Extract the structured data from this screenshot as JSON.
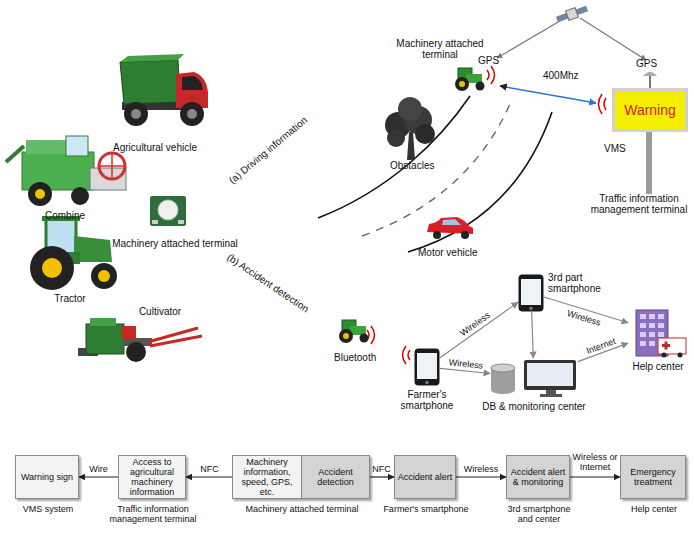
{
  "diagram": {
    "nodes": [
      {
        "text": [
          "Warning"
        ]
      },
      {
        "text": [
          "3rd part smartphone"
        ]
      },
      {
        "text": [
          "Farmer's smartphone"
        ]
      },
      {
        "text": [
          "Help center"
        ]
      },
      {
        "text": [
          "DB & monitoring center"
        ]
      },
      {
        "text": [
          "Warning sign",
          "VMS system"
        ]
      },
      {
        "text": [
          "Access to agricultural machinery information",
          "Traffic information management terminal"
        ]
      },
      {
        "text": [
          "Machinery attached terminal"
        ]
      },
      {
        "text": [
          "Machinery information, speed, GPS, etc."
        ],
        "in": 7
      },
      {
        "text": [
          "Accident detection"
        ],
        "in": 7
      },
      {
        "text": [
          "Accident alert",
          "Farmer's smartphone"
        ]
      },
      {
        "text": [
          "Accident alert & monitoring",
          "3rd smartphone and center"
        ]
      },
      {
        "text": [
          "Emergency treatment",
          "Help center"
        ]
      }
    ],
    "edges": [
      {
        "from": 2,
        "to": 1,
        "label": "Wireless",
        "arrow": "to"
      },
      {
        "from": 2,
        "to": 4,
        "label": "Wireless",
        "arrow": "to"
      },
      {
        "from": 1,
        "to": 3,
        "label": "Wireless",
        "arrow": "to"
      },
      {
        "from": 1,
        "to": 4,
        "arrow": "to"
      },
      {
        "from": 4,
        "to": 3,
        "label": "Internet",
        "arrow": "to"
      },
      {
        "from": 6,
        "to": 5,
        "label": "Wire",
        "arrow": "to"
      },
      {
        "from": 8,
        "to": 6,
        "label": "NFC",
        "arrow": "to"
      },
      {
        "from": 9,
        "to": 10,
        "label": "NFC",
        "arrow": "to"
      },
      {
        "from": 10,
        "to": 11,
        "label": "Wireless",
        "arrow": "to"
      },
      {
        "from": 11,
        "to": 12,
        "label": "Wireless or Internet",
        "arrow": "to"
      }
    ],
    "labels": [
      "Agricultural vehicle",
      "Combine",
      "Tractor",
      "Cultivator",
      "Machinery attached terminal",
      "(a) Driving information",
      "(b) Accident detection",
      "Machinery attached terminal",
      "GPS",
      "GPS",
      "400Mhz",
      "Obstacles",
      "VMS",
      "Traffic information management terminal",
      "Motor vehicle",
      "Bluetooth"
    ]
  }
}
